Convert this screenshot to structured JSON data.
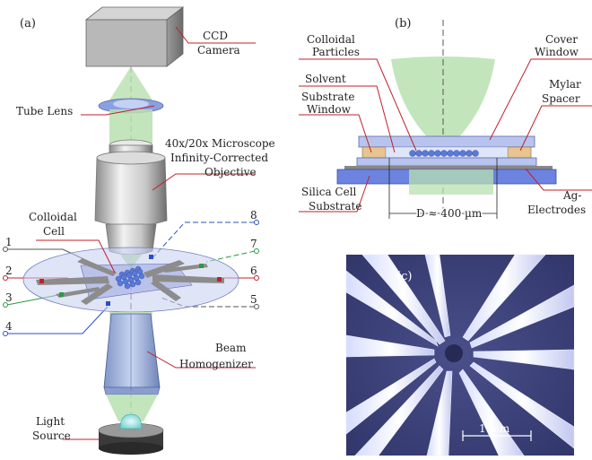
{
  "panels": {
    "a": "(a)",
    "b": "(b)",
    "c": "(c)"
  },
  "panel_a": {
    "ccd_camera": [
      "CCD",
      "Camera"
    ],
    "tube_lens": "Tube Lens",
    "objective": [
      "40x/20x Microscope",
      "Infinity-Corrected",
      "Objective"
    ],
    "colloidal_cell": [
      "Colloidal",
      "Cell"
    ],
    "beam_homogenizer": [
      "Beam",
      "Homogenizer"
    ],
    "light_source": [
      "Light",
      "Source"
    ],
    "electrode_numbers": [
      "1",
      "2",
      "3",
      "4",
      "5",
      "6",
      "7",
      "8"
    ]
  },
  "panel_b": {
    "colloidal_particles": [
      "Colloidal",
      "Particles"
    ],
    "solvent": "Solvent",
    "substrate_window": [
      "Substrate",
      "Window"
    ],
    "silica_cell_substrate": [
      "Silica Cell",
      "Substrate"
    ],
    "cover_window": [
      "Cover",
      "Window"
    ],
    "mylar_spacer": [
      "Mylar",
      "Spacer"
    ],
    "ag_electrodes": [
      "Ag-",
      "Electrodes"
    ],
    "diameter": "D ≈ 400 µm"
  },
  "panel_c": {
    "scale_bar": "1 mm"
  },
  "colors": {
    "annotation_line": "#c0202a",
    "light_beam": "#b8e0b0",
    "cell_glass": "#a9b8e8",
    "micrograph_bg": "#3a3f7a"
  }
}
